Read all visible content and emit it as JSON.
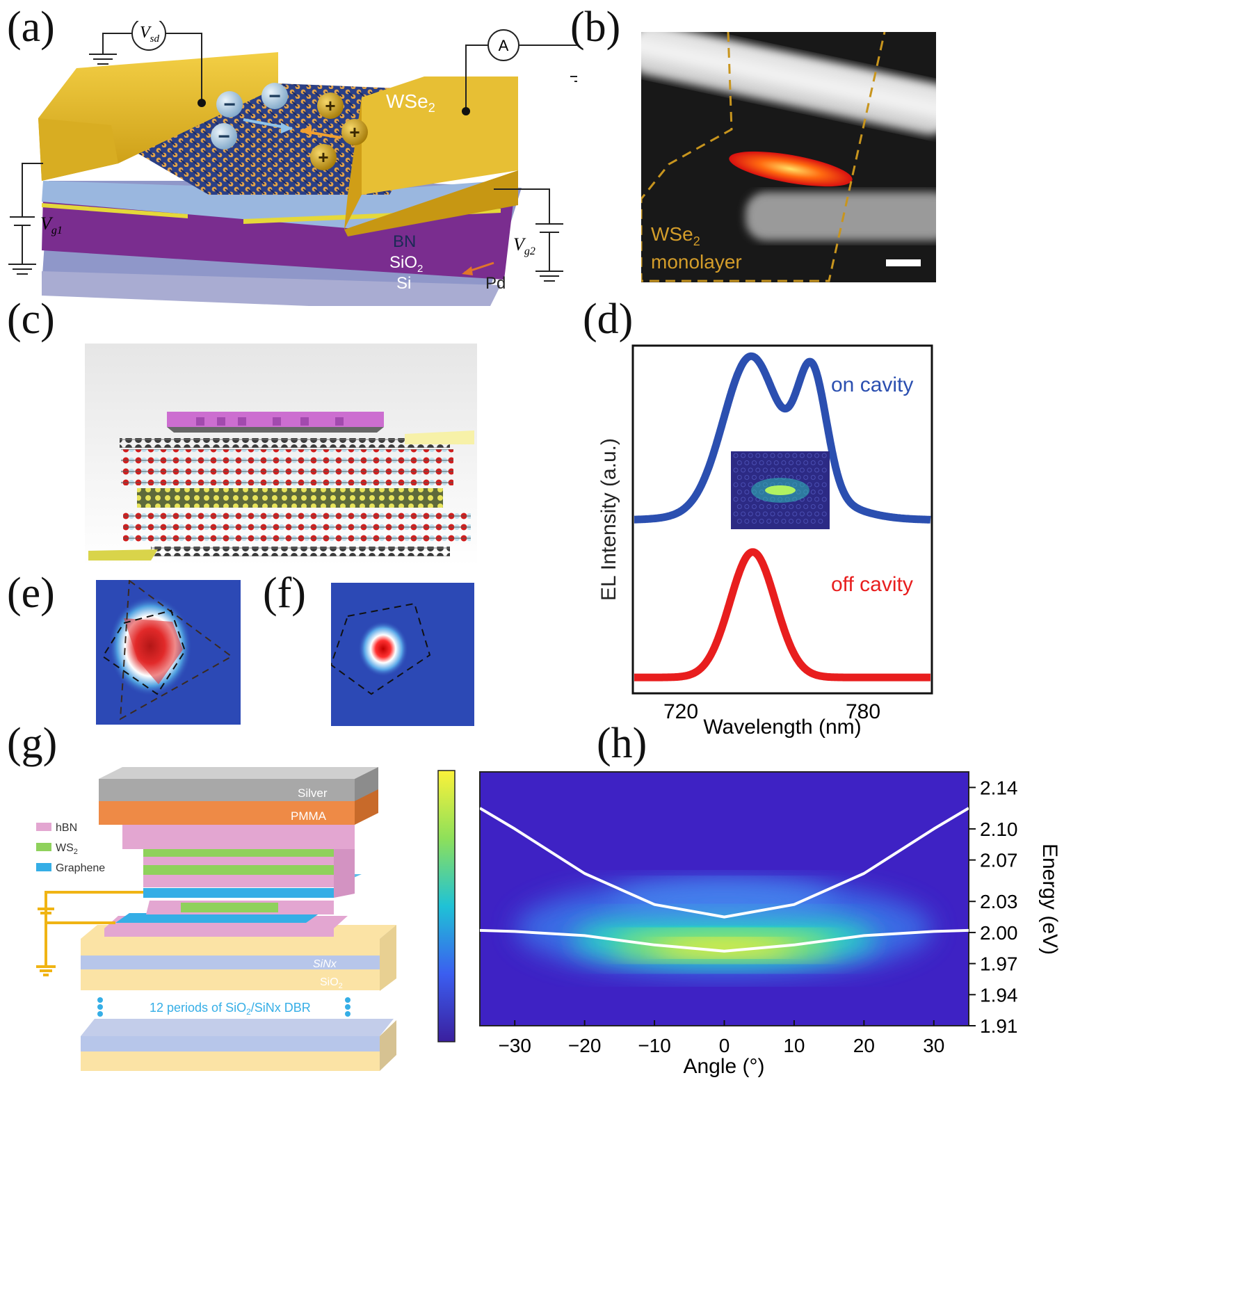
{
  "panel_labels": {
    "a": "(a)",
    "b": "(b)",
    "c": "(c)",
    "d": "(d)",
    "e": "(e)",
    "f": "(f)",
    "g": "(g)",
    "h": "(h)"
  },
  "panel_a": {
    "vsd": "V",
    "vsd_sub": "sd",
    "ammeter": "A",
    "material": "WSe",
    "material_sub": "2",
    "vg1": "V",
    "vg1_sub": "g1",
    "vg2": "V",
    "vg2_sub": "g2",
    "layer_bn": "BN",
    "layer_sio2": "SiO",
    "layer_sio2_sub": "2",
    "layer_si": "Si",
    "layer_pd": "Pd",
    "charge_minus": "−",
    "charge_plus": "+"
  },
  "panel_b": {
    "label_line1": "WSe",
    "label_line1_sub": "2",
    "label_line2": "monolayer"
  },
  "panel_d": {
    "ylabel": "EL Intensity (a.u.)",
    "xlabel": "Wavelength (nm)",
    "xticks": [
      "720",
      "780"
    ],
    "series_on": "on cavity",
    "series_off": "off cavity",
    "colors": {
      "on": "#2b4fb0",
      "off": "#e81e1e"
    }
  },
  "panel_g": {
    "legend": [
      {
        "label": "hBN",
        "color": "#e3a6d1"
      },
      {
        "label": "WS",
        "sub": "2",
        "color": "#8fd15c"
      },
      {
        "label": "Graphene",
        "color": "#35aee6"
      }
    ],
    "layer_silver": "Silver",
    "layer_pmma": "PMMA",
    "layer_sinx": "SiNx",
    "layer_sio2": "SiO",
    "layer_sio2_sub": "2",
    "dbr_text": "12 periods of SiO",
    "dbr_sub": "2",
    "dbr_tail": "/SiNx DBR"
  },
  "chart_data": {
    "type": "heatmap",
    "xlabel": "Angle (°)",
    "ylabel": "Energy (eV)",
    "xticks": [
      -30,
      -20,
      -10,
      0,
      10,
      20,
      30
    ],
    "yticks": [
      "1.91",
      "1.94",
      "1.97",
      "2.00",
      "2.03",
      "2.07",
      "2.10",
      "2.14"
    ],
    "xlim": [
      -35,
      35
    ],
    "ylim": [
      1.91,
      2.155
    ],
    "upper_polariton": {
      "x": [
        -35,
        -30,
        -20,
        -10,
        0,
        10,
        20,
        30,
        35
      ],
      "y": [
        2.12,
        2.1,
        2.057,
        2.027,
        2.015,
        2.027,
        2.057,
        2.1,
        2.12
      ]
    },
    "lower_polariton": {
      "x": [
        -35,
        -30,
        -20,
        -10,
        0,
        10,
        20,
        30,
        35
      ],
      "y": [
        2.002,
        2.001,
        1.997,
        1.988,
        1.982,
        1.988,
        1.997,
        2.001,
        2.002
      ]
    }
  }
}
